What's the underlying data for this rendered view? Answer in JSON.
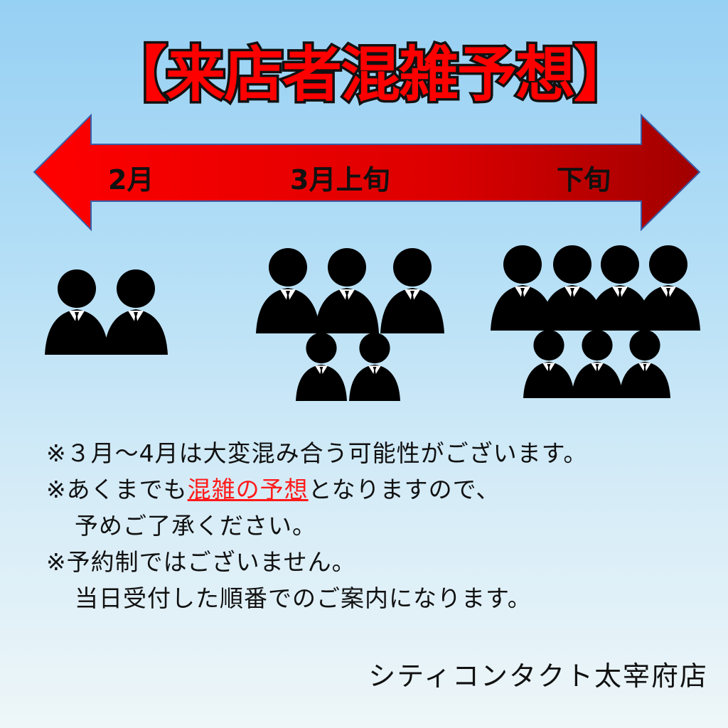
{
  "title": "【来店者混雑予想】",
  "timeline": {
    "labels": [
      "2月",
      "3月上旬",
      "下旬"
    ],
    "colors": {
      "start": "#ff0000",
      "end": "#a00000"
    }
  },
  "crowd_levels": [
    {
      "period": "2月",
      "people": 2
    },
    {
      "period": "3月上旬",
      "people": 5
    },
    {
      "period": "下旬",
      "people": 7
    }
  ],
  "notes": {
    "line1": "※３月～4月は大変混み合う可能性がございます。",
    "line2_pre": "※あくまでも",
    "line2_highlight": "混雑の予想",
    "line2_post": "となりますので、",
    "line3": "予めご了承ください。",
    "line4": "※予約制ではございません。",
    "line5": "当日受付した順番でのご案内になります。"
  },
  "shop_name": "シティコンタクト太宰府店"
}
